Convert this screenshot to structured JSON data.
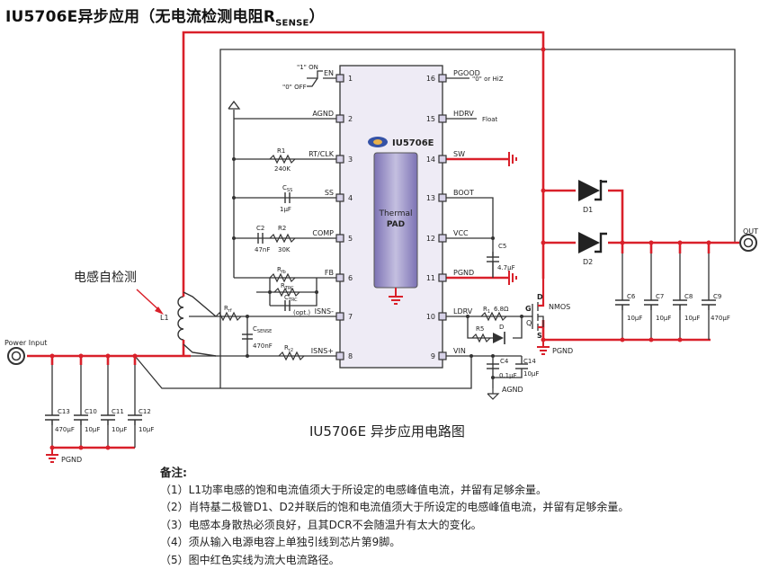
{
  "title": {
    "main": "IU5706E异步应用（无电流检测电阻R",
    "sub": "SENSE",
    "close": "）"
  },
  "chip": {
    "name": "IU5706E",
    "pad_line1": "Thermal",
    "pad_line2": "PAD"
  },
  "pins": {
    "p1": "1",
    "p2": "2",
    "p3": "3",
    "p4": "4",
    "p5": "5",
    "p6": "6",
    "p7": "7",
    "p8": "8",
    "p9": "9",
    "p10": "10",
    "p11": "11",
    "p12": "12",
    "p13": "13",
    "p14": "14",
    "p15": "15",
    "p16": "16"
  },
  "pin_names": {
    "en": "EN",
    "agnd": "AGND",
    "rt": "RT/CLK",
    "ss": "SS",
    "comp": "COMP",
    "fb": "FB",
    "isns_minus": "ISNS-",
    "isns_plus": "ISNS+",
    "pgood": "PGOOD",
    "hdrv": "HDRV",
    "sw": "SW",
    "boot": "BOOT",
    "vcc": "VCC",
    "pgnd": "PGND",
    "ldrv": "LDRV",
    "vin": "VIN"
  },
  "labels": {
    "on": "\"1\" ON",
    "off": "\"0\" OFF",
    "pgood_note": "\"0\" or HiZ",
    "float": "Float",
    "r1": "R1",
    "r1_val": "240K",
    "css": "C",
    "css_sub": "SS",
    "css_val": "1μF",
    "c2": "C2",
    "c2_val": "47nF",
    "r2": "R2",
    "r2_val": "30K",
    "rfb": "R",
    "rfb_sub": "fb",
    "rtrc": "R",
    "rtrc_sub": "TRC",
    "ctrc": "C",
    "ctrc_sub": "TRC",
    "opt": "(opt.)",
    "rf": "R",
    "rf_sub": "rf",
    "csense": "C",
    "csense_sub": "SENSE",
    "csense_val": "470nF",
    "rr": "R",
    "rr_sub": "r2",
    "c5": "C5",
    "c5_val": "4.7μF",
    "r1b": "R",
    "r1b_sub": "1",
    "r1b_val": "6.8Ω",
    "r5": "R5",
    "d_small": "D",
    "c4": "C4",
    "c4_val": "0.1μF",
    "c14": "C14",
    "c14_val": "10μF",
    "agnd": "AGND",
    "d1": "D1",
    "d2": "D2",
    "out": "OUT",
    "c6": "C6",
    "c7": "C7",
    "c8": "C8",
    "c9": "C9",
    "c6_val": "10μF",
    "c7_val": "10μF",
    "c8_val": "10μF",
    "c9_val": "470μF",
    "nmos": "NMOS",
    "q": "Q",
    "g": "G",
    "d": "D",
    "s": "S",
    "pgnd": "PGND",
    "pgnd2": "PGND",
    "power_input": "Power Input",
    "c13": "C13",
    "c10": "C10",
    "c11": "C11",
    "c12": "C12",
    "c13_val": "470μF",
    "c10_val": "10μF",
    "c11_val": "10μF",
    "c12_val": "10μF",
    "l1": "L1",
    "self_detect": "电感自检测"
  },
  "caption": "IU5706E 异步应用电路图",
  "notes": {
    "heading": "备注:",
    "items": [
      "（1）L1功率电感的饱和电流值须大于所设定的电感峰值电流，并留有足够余量。",
      "（2）肖特基二极管D1、D2并联后的饱和电流值须大于所设定的电感峰值电流，并留有足够余量。",
      "（3）电感本身散热必须良好，且其DCR不会随温升有太大的变化。",
      "（4）须从输入电源电容上单独引线到芯片第9脚。",
      "（5）图中红色实线为流大电流路径。"
    ]
  },
  "colors": {
    "power_path": "#d9202a",
    "wire": "#333333",
    "chip_fill": "#ede9f4",
    "pad_fill": "#9a90c6"
  }
}
